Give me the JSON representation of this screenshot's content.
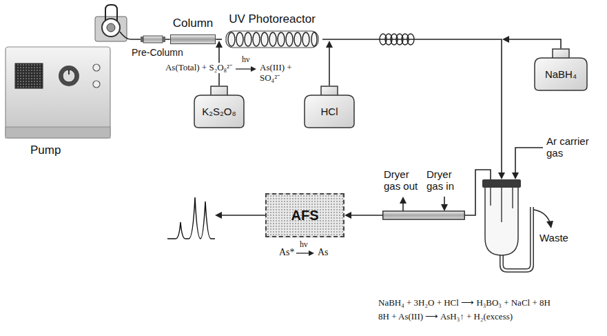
{
  "diagram": {
    "nodes": [
      {
        "text": [
          "Pump"
        ]
      },
      {
        "text": [
          "Column"
        ]
      },
      {
        "text": [
          "UV Photoreactor"
        ]
      },
      {
        "text": [
          "K₂S₂O₈"
        ]
      },
      {
        "text": [
          "HCl"
        ]
      },
      {
        "text": [
          "NaBH₄"
        ]
      },
      {
        "text": [
          "Dryer gas out",
          "Dryer gas in"
        ]
      },
      {
        "text": [
          "AFS"
        ]
      }
    ],
    "edges": [
      {
        "from": 0,
        "to": 1,
        "arrow": "none"
      },
      {
        "from": 1,
        "to": 2,
        "arrow": "none"
      },
      {
        "from": 6,
        "to": 7,
        "arrow": "to"
      }
    ],
    "labels": [
      "Pre-Column",
      "As(Total) + S₂O₈²⁻",
      "hν",
      "As(III) + SO₄²⁻",
      "Ar carrier gas",
      "As*",
      "hν",
      "As",
      "Waste",
      "NaBH₄ + 3H₂O + HCl ⟶ H₃BO₃ + NaCl + 8H",
      "8H + As(III) ⟶ AsH₃↑ + H₂(excess)"
    ]
  }
}
